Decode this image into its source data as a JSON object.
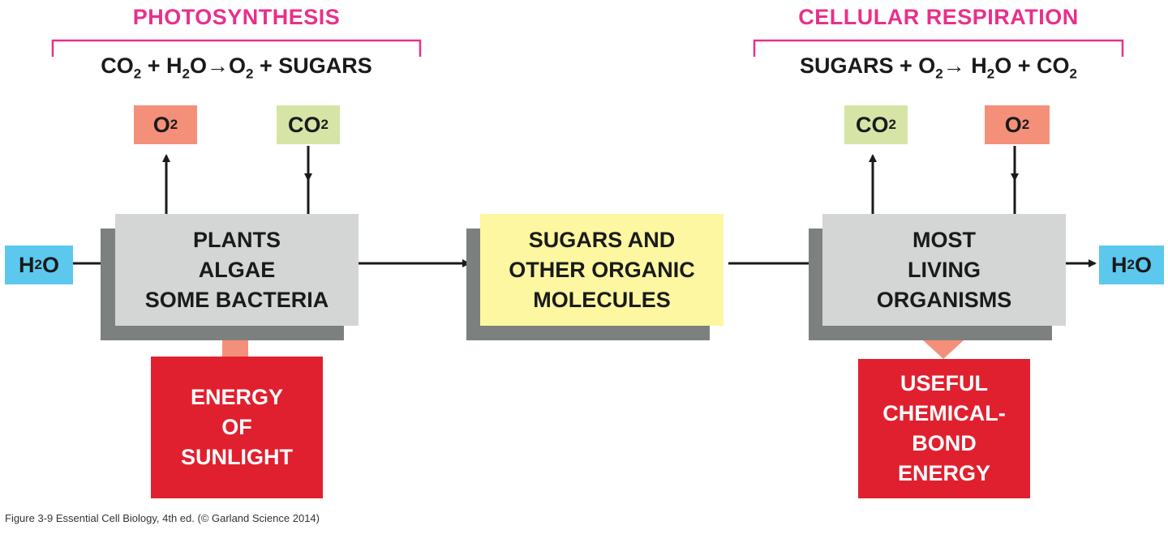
{
  "photosynthesis": {
    "heading": "PHOTOSYNTHESIS",
    "equation": {
      "t1": "CO",
      "s1": "2",
      "t2": " + H",
      "s2": "2",
      "t3": "O",
      "arrow": "→",
      "t4": "O",
      "s4": "2",
      "t5": " + SUGARS"
    }
  },
  "respiration": {
    "heading": "CELLULAR RESPIRATION",
    "equation": {
      "t1": "SUGARS + O",
      "s1": "2",
      "arrow": "→",
      "t2": " H",
      "s2": "2",
      "t3": "O + CO",
      "s3": "2"
    }
  },
  "molecules": {
    "o2": {
      "base": "O",
      "sub": "2"
    },
    "co2": {
      "base": "CO",
      "sub": "2"
    },
    "h2o_a": "H",
    "h2o_sub": "2",
    "h2o_b": "O"
  },
  "boxes": {
    "producers": [
      "PLANTS",
      "ALGAE",
      "SOME BACTERIA"
    ],
    "sugars": [
      "SUGARS AND",
      "OTHER ORGANIC",
      "MOLECULES"
    ],
    "consumers": [
      "MOST",
      "LIVING",
      "ORGANISMS"
    ],
    "sunlight": [
      "ENERGY",
      "OF",
      "SUNLIGHT"
    ],
    "bond_energy": [
      "USEFUL",
      "CHEMICAL-",
      "BOND",
      "ENERGY"
    ]
  },
  "caption": "Figure 3-9  Essential Cell Biology, 4th ed. (© Garland Science 2014)",
  "colors": {
    "heading": "#e8308a",
    "o2": "#f4907a",
    "co2": "#d6e4a6",
    "h2o": "#5cc8ee",
    "producer_box": "#d3d6d5",
    "sugar_box": "#fcf7a0",
    "energy_box": "#e0202e",
    "energy_arrow": "#f4907a"
  }
}
